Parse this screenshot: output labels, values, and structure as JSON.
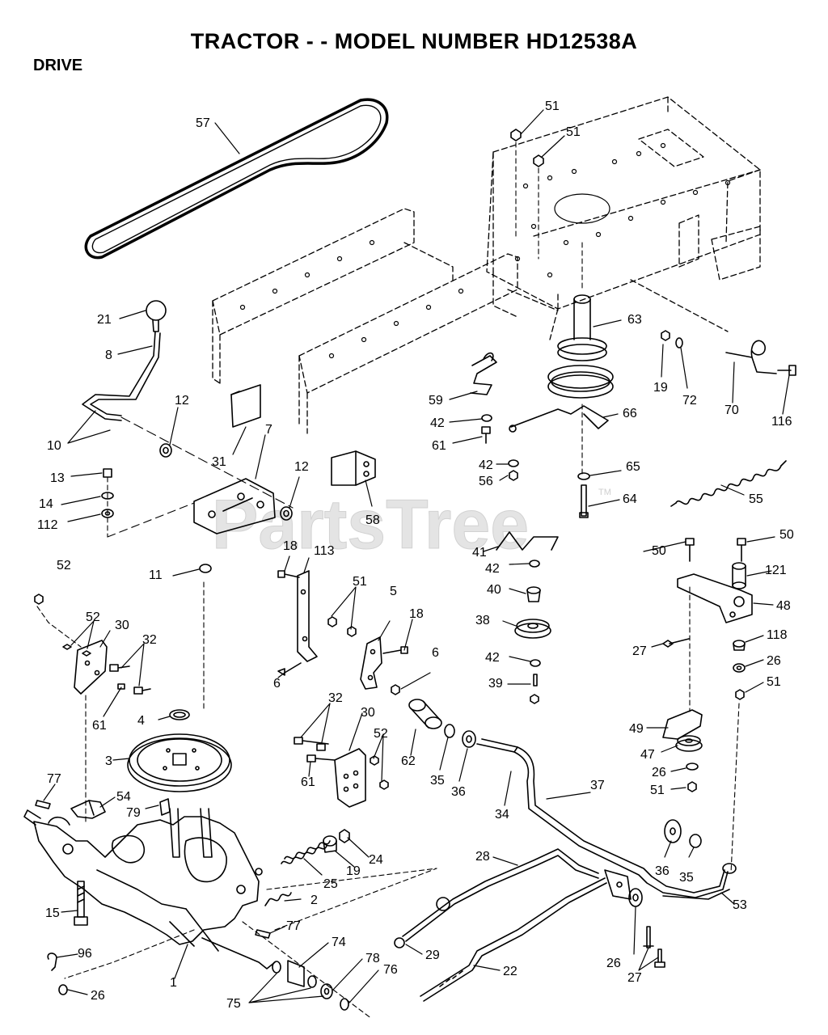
{
  "header": {
    "title": "TRACTOR - - MODEL NUMBER HD12538A",
    "section": "DRIVE"
  },
  "watermark": {
    "text": "PartsTree",
    "tm": "TM"
  },
  "callouts": [
    {
      "id": "p57",
      "label": "57"
    },
    {
      "id": "p51a",
      "label": "51"
    },
    {
      "id": "p51b",
      "label": "51"
    },
    {
      "id": "p21",
      "label": "21"
    },
    {
      "id": "p8",
      "label": "8"
    },
    {
      "id": "p63",
      "label": "63"
    },
    {
      "id": "p19a",
      "label": "19"
    },
    {
      "id": "p72",
      "label": "72"
    },
    {
      "id": "p70",
      "label": "70"
    },
    {
      "id": "p116",
      "label": "116"
    },
    {
      "id": "p10",
      "label": "10"
    },
    {
      "id": "p12a",
      "label": "12"
    },
    {
      "id": "p31",
      "label": "31"
    },
    {
      "id": "p7",
      "label": "7"
    },
    {
      "id": "p59",
      "label": "59"
    },
    {
      "id": "p42a",
      "label": "42"
    },
    {
      "id": "p61a",
      "label": "61"
    },
    {
      "id": "p66",
      "label": "66"
    },
    {
      "id": "p13",
      "label": "13"
    },
    {
      "id": "p14",
      "label": "14"
    },
    {
      "id": "p112",
      "label": "112"
    },
    {
      "id": "p12b",
      "label": "12"
    },
    {
      "id": "p58",
      "label": "58"
    },
    {
      "id": "p42b",
      "label": "42"
    },
    {
      "id": "p56",
      "label": "56"
    },
    {
      "id": "p65",
      "label": "65"
    },
    {
      "id": "p55",
      "label": "55"
    },
    {
      "id": "p64",
      "label": "64"
    },
    {
      "id": "p52a",
      "label": "52"
    },
    {
      "id": "p18a",
      "label": "18"
    },
    {
      "id": "p113",
      "label": "113"
    },
    {
      "id": "p41",
      "label": "41"
    },
    {
      "id": "p50a",
      "label": "50"
    },
    {
      "id": "p50b",
      "label": "50"
    },
    {
      "id": "p11",
      "label": "11"
    },
    {
      "id": "p42c",
      "label": "42"
    },
    {
      "id": "p121",
      "label": "121"
    },
    {
      "id": "p51c",
      "label": "51"
    },
    {
      "id": "p5",
      "label": "5"
    },
    {
      "id": "p40",
      "label": "40"
    },
    {
      "id": "p48",
      "label": "48"
    },
    {
      "id": "p52b",
      "label": "52"
    },
    {
      "id": "p30a",
      "label": "30"
    },
    {
      "id": "p32a",
      "label": "32"
    },
    {
      "id": "p18b",
      "label": "18"
    },
    {
      "id": "p38",
      "label": "38"
    },
    {
      "id": "p27a",
      "label": "27"
    },
    {
      "id": "p118",
      "label": "118"
    },
    {
      "id": "p6a",
      "label": "6"
    },
    {
      "id": "p42d",
      "label": "42"
    },
    {
      "id": "p26a",
      "label": "26"
    },
    {
      "id": "p6b",
      "label": "6"
    },
    {
      "id": "p51d",
      "label": "51"
    },
    {
      "id": "p39",
      "label": "39"
    },
    {
      "id": "p61b",
      "label": "61"
    },
    {
      "id": "p4",
      "label": "4"
    },
    {
      "id": "p32b",
      "label": "32"
    },
    {
      "id": "p30b",
      "label": "30"
    },
    {
      "id": "p49",
      "label": "49"
    },
    {
      "id": "p52c",
      "label": "52"
    },
    {
      "id": "p47",
      "label": "47"
    },
    {
      "id": "p3",
      "label": "3"
    },
    {
      "id": "p62",
      "label": "62"
    },
    {
      "id": "p26b",
      "label": "26"
    },
    {
      "id": "p61c",
      "label": "61"
    },
    {
      "id": "p35a",
      "label": "35"
    },
    {
      "id": "p36a",
      "label": "36"
    },
    {
      "id": "p37",
      "label": "37"
    },
    {
      "id": "p51e",
      "label": "51"
    },
    {
      "id": "p77a",
      "label": "77"
    },
    {
      "id": "p54",
      "label": "54"
    },
    {
      "id": "p79",
      "label": "79"
    },
    {
      "id": "p34",
      "label": "34"
    },
    {
      "id": "p24",
      "label": "24"
    },
    {
      "id": "p28",
      "label": "28"
    },
    {
      "id": "p36b",
      "label": "36"
    },
    {
      "id": "p35b",
      "label": "35"
    },
    {
      "id": "p19b",
      "label": "19"
    },
    {
      "id": "p25",
      "label": "25"
    },
    {
      "id": "p53",
      "label": "53"
    },
    {
      "id": "p15",
      "label": "15"
    },
    {
      "id": "p2",
      "label": "2"
    },
    {
      "id": "p77b",
      "label": "77"
    },
    {
      "id": "p96",
      "label": "96"
    },
    {
      "id": "p29",
      "label": "29"
    },
    {
      "id": "p74",
      "label": "74"
    },
    {
      "id": "p22",
      "label": "22"
    },
    {
      "id": "p26c",
      "label": "26"
    },
    {
      "id": "p1",
      "label": "1"
    },
    {
      "id": "p78",
      "label": "78"
    },
    {
      "id": "p76",
      "label": "76"
    },
    {
      "id": "p27b",
      "label": "27"
    },
    {
      "id": "p26d",
      "label": "26"
    },
    {
      "id": "p75",
      "label": "75"
    }
  ]
}
